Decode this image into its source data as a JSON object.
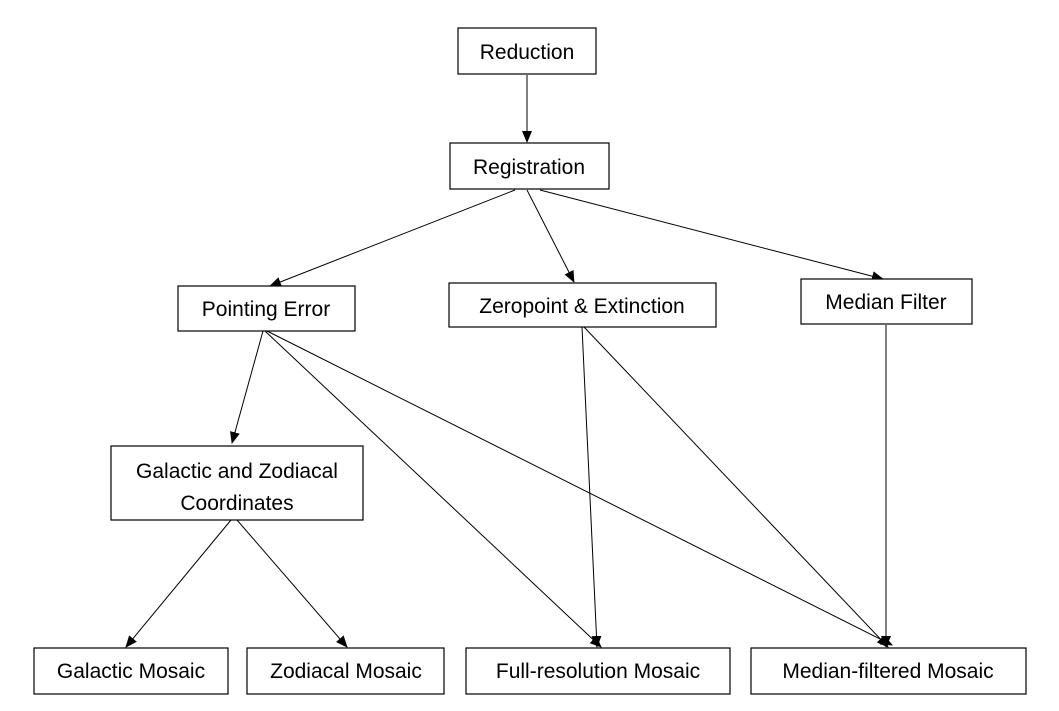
{
  "diagram": {
    "nodes": {
      "reduction": "Reduction",
      "registration": "Registration",
      "pointing_error": "Pointing Error",
      "zeropoint_extinction": "Zeropoint & Extinction",
      "median_filter": "Median Filter",
      "galactic_zodiacal_line1": "Galactic and Zodiacal",
      "galactic_zodiacal_line2": "Coordinates",
      "galactic_mosaic": "Galactic Mosaic",
      "zodiacal_mosaic": "Zodiacal Mosaic",
      "full_resolution_mosaic": "Full-resolution Mosaic",
      "median_filtered_mosaic": "Median-filtered Mosaic"
    },
    "edges": [
      [
        "reduction",
        "registration"
      ],
      [
        "registration",
        "pointing_error"
      ],
      [
        "registration",
        "zeropoint_extinction"
      ],
      [
        "registration",
        "median_filter"
      ],
      [
        "pointing_error",
        "galactic_zodiacal"
      ],
      [
        "pointing_error",
        "full_resolution_mosaic"
      ],
      [
        "pointing_error",
        "median_filtered_mosaic"
      ],
      [
        "zeropoint_extinction",
        "full_resolution_mosaic"
      ],
      [
        "zeropoint_extinction",
        "median_filtered_mosaic"
      ],
      [
        "median_filter",
        "median_filtered_mosaic"
      ],
      [
        "galactic_zodiacal",
        "galactic_mosaic"
      ],
      [
        "galactic_zodiacal",
        "zodiacal_mosaic"
      ]
    ]
  }
}
